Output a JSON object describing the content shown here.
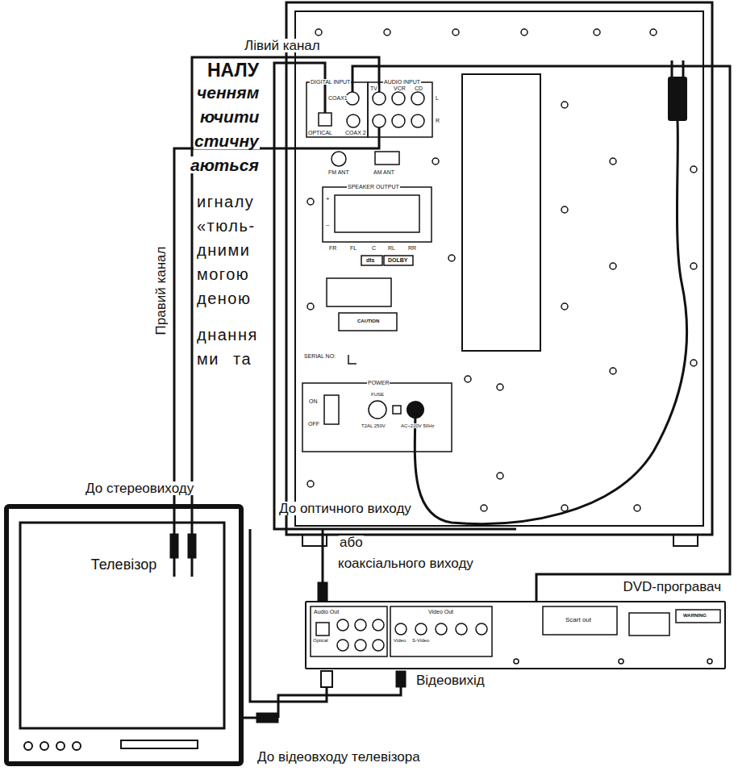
{
  "diagram": {
    "nodes": [
      {
        "text": [
          "Телевізор"
        ]
      },
      {
        "text": [
          "DVD-програвач"
        ]
      }
    ],
    "labels": [
      "НАЛУ",
      "ченням",
      "ючити",
      "стичну",
      "аються",
      "игналу",
      "«тюль-",
      "дними",
      "могою",
      "деною",
      "днання",
      "ми та",
      "Лівий канал",
      "Правий канал",
      "До оптичного виходу",
      "або",
      "коаксіального виходу",
      "До стереовиходу",
      "Відеовихід",
      "До відеовходу телевізора",
      "DIGITAL INPUT",
      "COAX1",
      "OPTICAL",
      "COAX 2",
      "AUDIO INPUT",
      "TV",
      "VCR",
      "CD",
      "L",
      "R",
      "FM ANT",
      "AM ANT",
      "SPEAKER OUTPUT",
      "+",
      "–",
      "FR",
      "FL",
      "C",
      "RL",
      "RR",
      "dts",
      "DOLBY",
      "CAUTION",
      "SERIAL NO:",
      "POWER",
      "ON",
      "OFF",
      "FUSE",
      "T2AL 250V",
      "AC~220V 50Hz",
      "Audio Out",
      "Optical",
      "Video Out",
      "Video",
      "S-Video",
      "Scart out",
      "WARNING"
    ]
  }
}
